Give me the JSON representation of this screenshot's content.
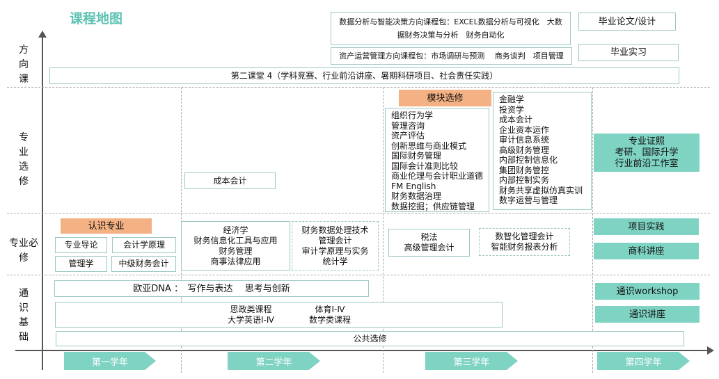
{
  "title": "课程地图",
  "rows": [
    "方向课",
    "专业选修",
    "专业必修",
    "通识基础"
  ],
  "years": [
    "第一学年",
    "第二学年",
    "第三学年",
    "第四学年"
  ],
  "direction": {
    "data_pkg_line1": "数据分析与智能决策方向课程包：EXCEL数据分析与可视化　大数",
    "data_pkg_line2": "据财务决策与分析　财务自动化",
    "asset_pkg": "资产运营管理方向课程包：市场调研与预测　 商务谈判　项目管理",
    "thesis": "毕业论文/设计",
    "internship": "毕业实习",
    "second_class": "第二课堂 4（学科竞赛、行业前沿讲座、暑期科研项目、社会责任实践）"
  },
  "elective": {
    "cost_accounting": "成本会计",
    "module_label": "模块选修",
    "module_list_a": [
      "组织行为学",
      "管理咨询",
      "资产评估",
      "创新思维与商业模式",
      "国际财务管理",
      "国际会计准则比较",
      "商业伦理与会计职业道德",
      "FM English",
      "财务数据治理",
      "数据挖掘；供应链管理"
    ],
    "module_list_b": [
      "金融学",
      "投资学",
      "成本会计",
      "企业资本运作",
      "审计信息系统",
      "高级财务管理",
      "内部控制信息化",
      "集团财务管控",
      "内部控制实务",
      "财务共享虚拟仿真实训",
      "数字运营与管理"
    ],
    "year4": [
      "专业证照",
      "考研、国际升学",
      "行业前沿工作室"
    ]
  },
  "required": {
    "intro_label": "认识专业",
    "intro": [
      "专业导论",
      "会计学原理",
      "管理学",
      "中级财务会计"
    ],
    "year2a": [
      "经济学",
      "财务信息化工具与应用",
      "财务管理",
      "商事法律应用"
    ],
    "year2b": [
      "财务数据处理技术",
      "管理会计",
      "审计学原理与实务",
      "统计学"
    ],
    "year3a": [
      "税法",
      "高级管理会计"
    ],
    "year3b": [
      "数智化管理会计",
      "智能财务报表分析"
    ],
    "project": "项目实践",
    "lecture": "商科讲座"
  },
  "general": {
    "dna": "欧亚DNA ：　写作与表达　 思考与创新",
    "core_a": [
      "思政类课程",
      "大学英语Ⅰ-Ⅳ"
    ],
    "core_b": [
      "体育Ⅰ-Ⅳ",
      "数学类课程"
    ],
    "public_elective": "公共选修",
    "workshop": "通识workshop",
    "lecture": "通识讲座"
  }
}
